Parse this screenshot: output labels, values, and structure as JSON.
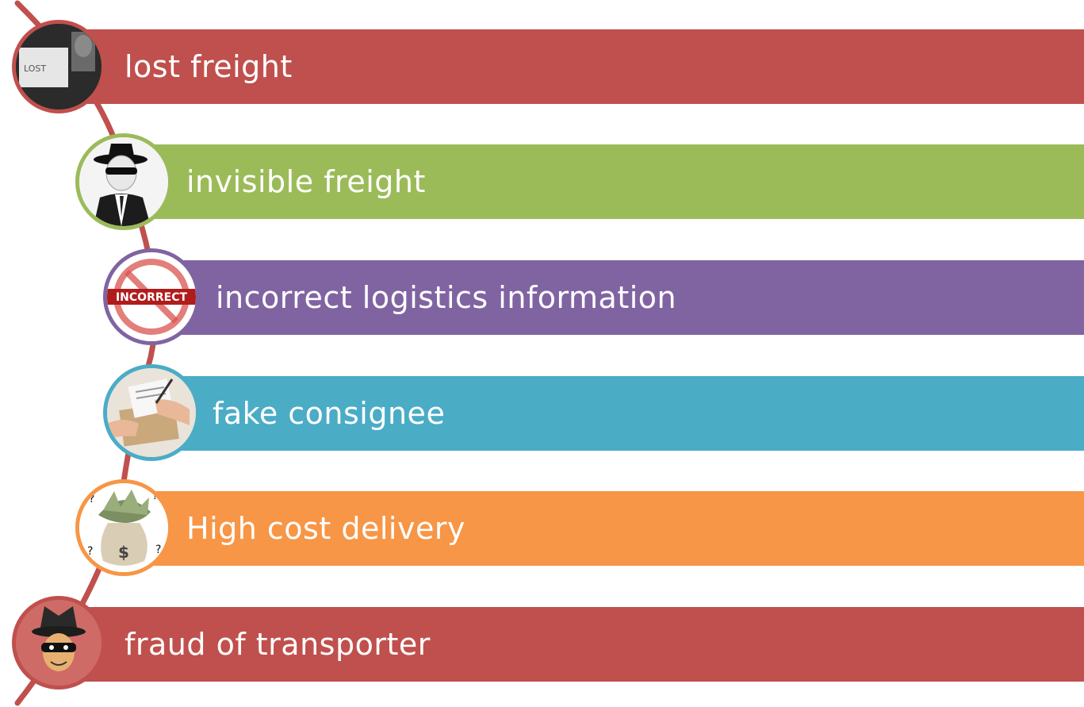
{
  "colors": {
    "red": "#c0504d",
    "green": "#9bbb59",
    "purple": "#8064a2",
    "blue": "#4bacc6",
    "orange": "#f79646"
  },
  "items": [
    {
      "label": "lost freight",
      "icon": "lost-sign-icon",
      "icon_text": "LOST",
      "color": "#c0504d"
    },
    {
      "label": "invisible freight",
      "icon": "invisible-man-icon",
      "color": "#9bbb59"
    },
    {
      "label": "incorrect logistics information",
      "icon": "incorrect-stamp-icon",
      "icon_text": "INCORRECT",
      "color": "#8064a2"
    },
    {
      "label": "fake consignee",
      "icon": "signing-hands-icon",
      "color": "#4bacc6"
    },
    {
      "label": "High cost delivery",
      "icon": "money-bag-icon",
      "icon_text": "$",
      "color": "#f79646"
    },
    {
      "label": "fraud of transporter",
      "icon": "masked-thief-icon",
      "color": "#c0504d"
    }
  ]
}
